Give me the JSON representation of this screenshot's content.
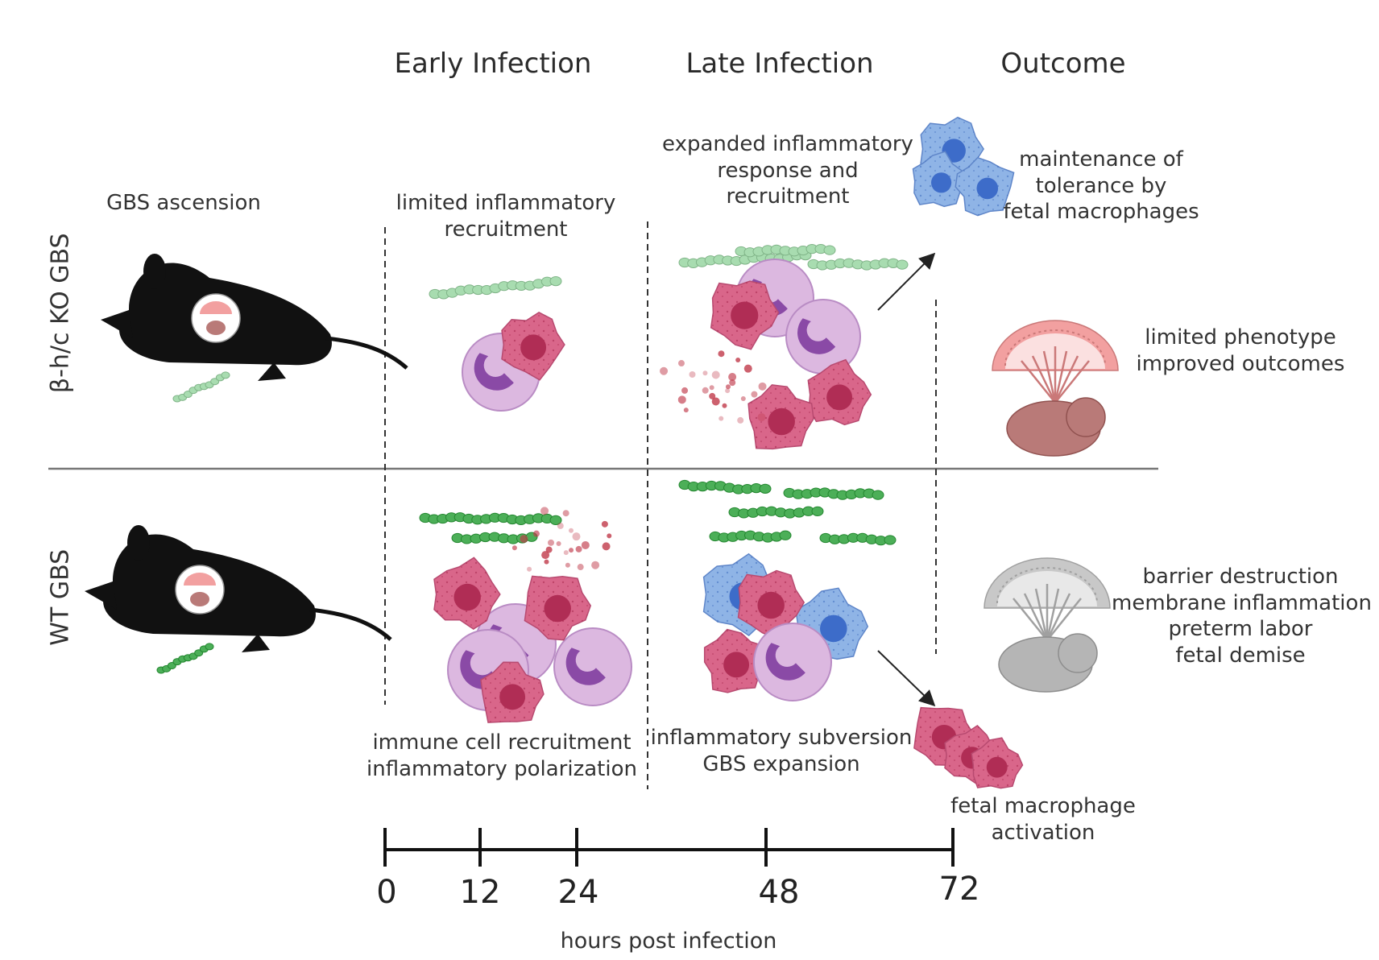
{
  "headers": {
    "early": "Early Infection",
    "late": "Late Infection",
    "outcome": "Outcome"
  },
  "rows": {
    "ko": "β-h/c KO GBS",
    "wt": "WT GBS"
  },
  "labels": {
    "gbs_ascension": "GBS ascension",
    "ko_early": [
      "limited inflammatory",
      "recruitment"
    ],
    "ko_late": [
      "expanded inflammatory",
      "response and",
      "recruitment"
    ],
    "ko_outcome_top": [
      "maintenance of",
      "tolerance by",
      "fetal macrophages"
    ],
    "ko_outcome_bottom": [
      "limited phenotype",
      "improved outcomes"
    ],
    "wt_early": [
      "immune cell recruitment",
      "inflammatory polarization"
    ],
    "wt_late": [
      "inflammatory subversion",
      "GBS expansion"
    ],
    "wt_outcome_top": [
      "barrier destruction",
      "membrane inflammation",
      "preterm labor",
      "fetal demise"
    ],
    "wt_outcome_bottom": [
      "fetal macrophage",
      "activation"
    ]
  },
  "timeline": {
    "ticks": [
      "0",
      "12",
      "24",
      "48",
      "72"
    ],
    "xlabel": "hours post infection"
  },
  "colors": {
    "gbs_light": "#a8dcb0",
    "gbs_dark": "#4caf58",
    "macrophage": "#d9668a",
    "macrophage_nucleus": "#b02d55",
    "neutrophil": "#dcb8e0",
    "neutrophil_nucleus": "#8a4aa6",
    "fetal_macrophage_tolerant": "#8fb4e6",
    "fetal_macrophage_nucleus": "#3d6cc9",
    "cytokine": "#c0394a",
    "placenta_ko": "#f2a0a0",
    "placenta_wt": "#c8c8c8",
    "fetus_ko": "#b97a78",
    "fetus_wt": "#b5b5b5",
    "mouse": "#111111"
  }
}
